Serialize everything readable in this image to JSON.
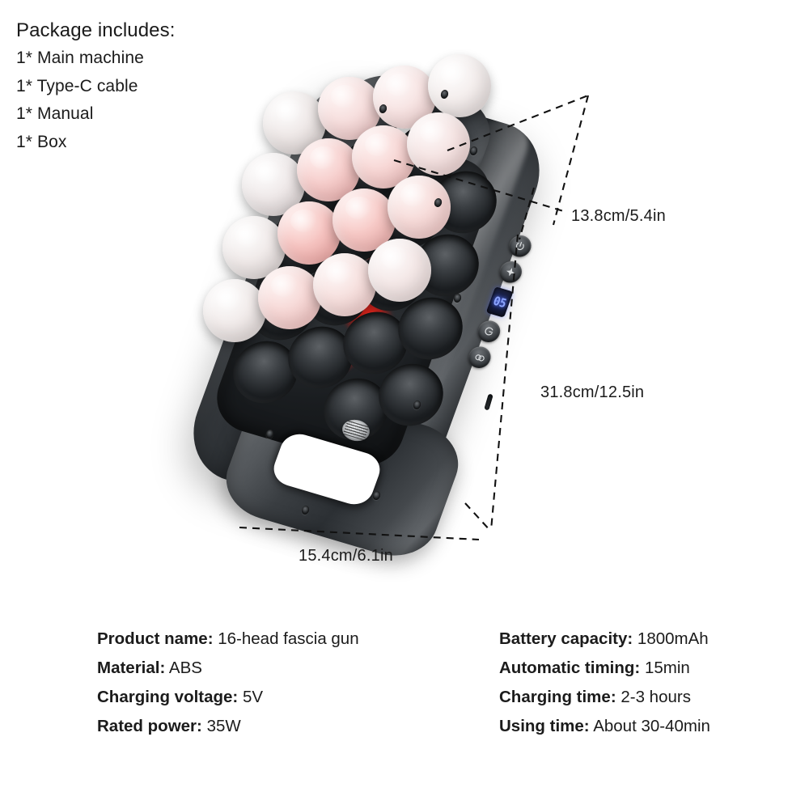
{
  "package": {
    "title": "Package includes:",
    "items": [
      "1* Main machine",
      "1* Type-C cable",
      "1* Manual",
      "1* Box"
    ]
  },
  "product": {
    "name": "16-head fascia gun",
    "body_color": "#34383c",
    "accent_led_color": "#5f7dff",
    "heat_led_color": "#ff281c",
    "led_display_value": "05",
    "controls": [
      {
        "name": "power-button",
        "icon": "power-icon"
      },
      {
        "name": "mode-button",
        "icon": "mode-icon"
      },
      {
        "name": "heat-button",
        "icon": "heat-icon"
      },
      {
        "name": "speed-button",
        "icon": "speed-icon"
      }
    ],
    "massage_heads": {
      "count": 16,
      "layout": "4x4",
      "colors": [
        "#e6dedd",
        "#f2dcdc",
        "#f6dedd",
        "#f3e7e6",
        "#e9e2e1",
        "#f4c9c7",
        "#f6d2d0",
        "#f3dcda",
        "#eae4e3",
        "#f5b9b6",
        "#f7c2bf",
        "#f4cfcd",
        "#ece7e6",
        "#f6d5d3",
        "#f3dedd",
        "#f0e6e5"
      ]
    }
  },
  "dimensions": {
    "depth": "13.8cm/5.4in",
    "height": "31.8cm/12.5in",
    "width": "15.4cm/6.1in"
  },
  "specs": {
    "left": [
      {
        "key": "Product name:",
        "value": "16-head fascia gun"
      },
      {
        "key": "Material:",
        "value": "ABS"
      },
      {
        "key": "Charging voltage:",
        "value": "5V"
      },
      {
        "key": "Rated power:",
        "value": "35W"
      }
    ],
    "right": [
      {
        "key": "Battery capacity:",
        "value": "1800mAh"
      },
      {
        "key": "Automatic timing:",
        "value": "15min"
      },
      {
        "key": "Charging time:",
        "value": "2-3 hours"
      },
      {
        "key": "Using time:",
        "value": "About 30-40min"
      }
    ]
  }
}
